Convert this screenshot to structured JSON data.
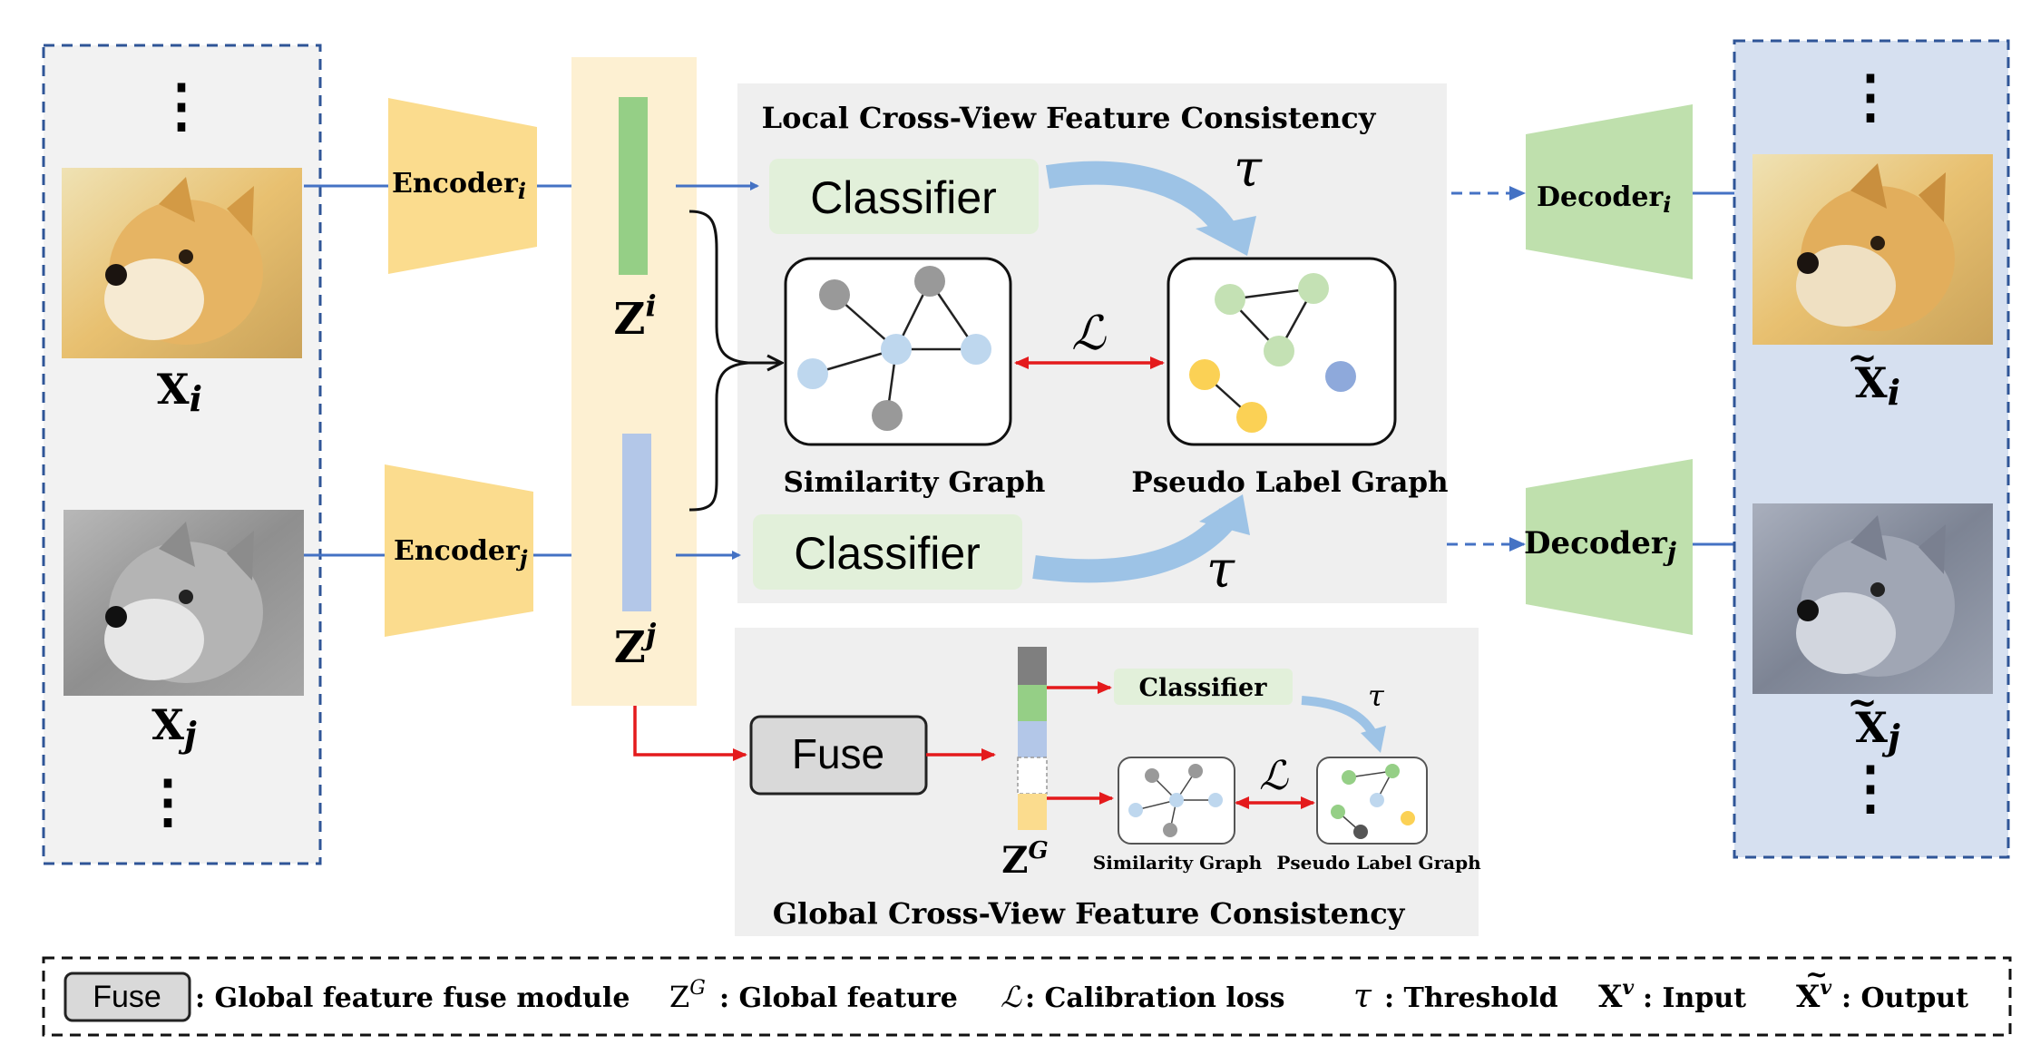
{
  "input_panel": {
    "label_i": "X",
    "sub_i": "i",
    "label_j": "X",
    "sub_j": "j",
    "ellipsis": "⋮"
  },
  "encoders": {
    "encoder_i": "Encoder",
    "sub_i": "i",
    "encoder_j": "Encoder",
    "sub_j": "j"
  },
  "features": {
    "z_i": "Z",
    "z_i_sup": "i",
    "z_j": "Z",
    "z_j_sup": "j",
    "z_g": "Z",
    "z_g_sup": "G"
  },
  "local_panel": {
    "title": "Local Cross-View Feature Consistency",
    "classifier_top": "Classifier",
    "classifier_bottom": "Classifier",
    "tau_top": "τ",
    "tau_bottom": "τ",
    "loss": "ℒ",
    "similarity_graph": "Similarity Graph",
    "pseudo_label_graph": "Pseudo Label Graph"
  },
  "global_panel": {
    "title": "Global Cross-View Feature Consistency",
    "fuse": "Fuse",
    "classifier": "Classifier",
    "tau": "τ",
    "loss": "ℒ",
    "similarity_graph": "Similarity Graph",
    "pseudo_label_graph": "Pseudo Label Graph"
  },
  "decoders": {
    "decoder_i": "Decoder",
    "sub_i": "i",
    "decoder_j": "Decoder",
    "sub_j": "j"
  },
  "output_panel": {
    "label_i": "X",
    "sub_i": "i",
    "label_j": "X",
    "sub_j": "j",
    "tilde": "~",
    "ellipsis": "⋮"
  },
  "legend": {
    "fuse_box": "Fuse",
    "fuse_desc": ": Global feature fuse module",
    "zg_symbol": "Z",
    "zg_sup": "G",
    "zg_desc": ": Global feature",
    "loss_symbol": "ℒ",
    "loss_desc": ": Calibration loss",
    "tau_symbol": "τ",
    "tau_desc": ": Threshold",
    "input_symbol": "X",
    "input_sup": "v",
    "input_desc": ": Input",
    "output_symbol": "X",
    "output_tilde": "~",
    "output_sup": "v",
    "output_desc": ": Output"
  },
  "colors": {
    "encoder_fill": "#fbdc8e",
    "decoder_fill": "#bfe0ad",
    "feature_panel": "#fdf0d2",
    "z_i_bar": "#95cf86",
    "z_j_bar": "#b3c7e8",
    "panel_gray": "#efefef",
    "classifier_fill": "#e2f0da",
    "output_panel": "#d6e0f0",
    "flow_arrow": "#4472c4",
    "red_arrow": "#e41a1c",
    "tau_arrow": "#9dc3e6"
  }
}
